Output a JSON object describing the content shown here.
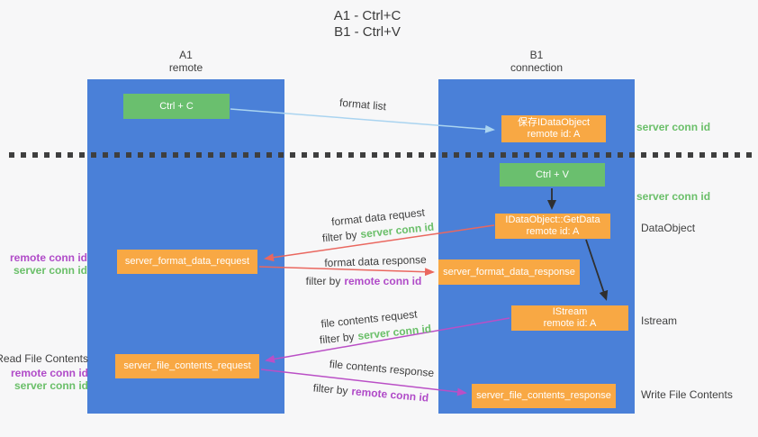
{
  "title": {
    "line1": "A1 - Ctrl+C",
    "line2": "B1 - Ctrl+V"
  },
  "lanes": {
    "a": {
      "name": "A1",
      "role": "remote"
    },
    "b": {
      "name": "B1",
      "role": "connection"
    }
  },
  "nodes": {
    "ctrl_c": {
      "label": "Ctrl + C"
    },
    "ctrl_v": {
      "label": "Ctrl + V"
    },
    "save_dataobject": {
      "line1": "保存IDataObject",
      "line2": "remote id: A"
    },
    "getdata": {
      "line1": "IDataObject::GetData",
      "line2": "remote id: A"
    },
    "istream": {
      "line1": "IStream",
      "line2": "remote id: A"
    },
    "format_request": {
      "label": "server_format_data_request"
    },
    "format_response": {
      "label": "server_format_data_response"
    },
    "file_request": {
      "label": "server_file_contents_request"
    },
    "file_response": {
      "label": "server_file_contents_response"
    }
  },
  "flow_labels": {
    "format_list": "format list",
    "format_request": {
      "text": "format data request",
      "filter_prefix": "filter by",
      "filter_value": "server conn id"
    },
    "format_response": {
      "text": "format data response",
      "filter_prefix": "filter by",
      "filter_value": "remote conn id"
    },
    "file_request": {
      "text": "file contents request",
      "filter_prefix": "filter by",
      "filter_value": "server conn id"
    },
    "file_response": {
      "text": "file contents response",
      "filter_prefix": "filter by",
      "filter_value": "remote conn id"
    }
  },
  "side_notes": {
    "right_conn_top": "server conn id",
    "right_conn_mid": "server conn id",
    "dataobject": "DataObject",
    "istream": "Istream",
    "write_file": "Write File Contents",
    "read_file": "Read File Contents",
    "left_format": {
      "remote": "remote conn id",
      "server": "server conn id"
    },
    "left_file": {
      "remote": "remote conn id",
      "server": "server conn id"
    }
  },
  "colors": {
    "bg": "#f7f7f8",
    "ink": "#3f3f3f",
    "lane": "#4a80d8",
    "orange": "#f8a844",
    "green_box": "#6abf6e",
    "green_text": "#6abf69",
    "purple_text": "#b04bc8",
    "red_arrow": "#ea675f",
    "purple_arrow": "#ba4fc6",
    "blue_arrow": "#aad4f0",
    "black_arrow": "#2f2f2f"
  }
}
